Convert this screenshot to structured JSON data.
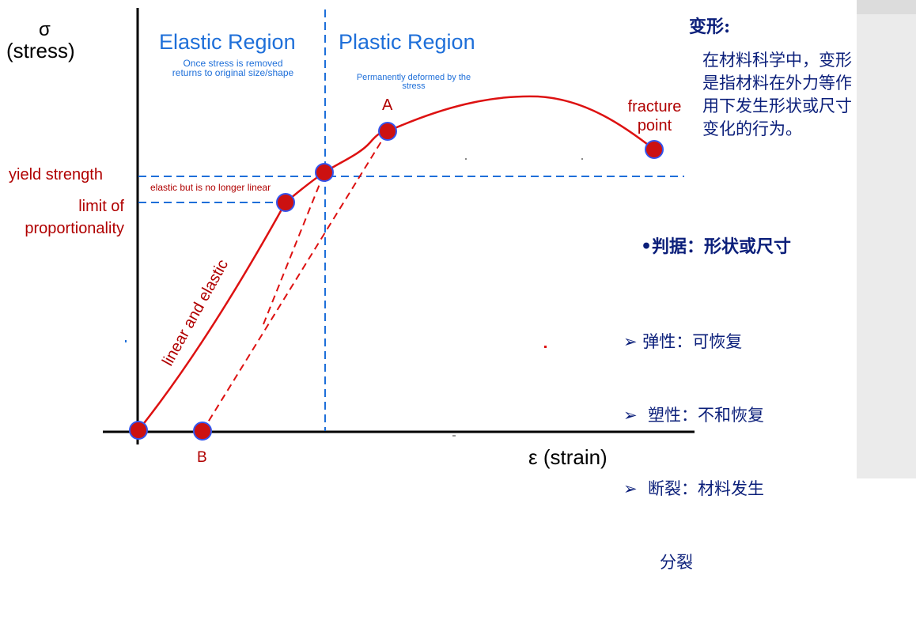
{
  "diagram": {
    "y_axis_symbol": "σ",
    "y_axis_label": "(stress)",
    "x_axis_label": "ε (strain)",
    "elastic_region": {
      "title": "Elastic Region",
      "note_line1": "Once stress is removed",
      "note_line2": "returns to original size/shape"
    },
    "plastic_region": {
      "title": "Plastic Region",
      "note_line1": "Permanently deformed by the",
      "note_line2": "stress"
    },
    "point_a": "A",
    "point_b": "B",
    "fracture_line1": "fracture",
    "fracture_line2": "point",
    "yield_strength": "yield strength",
    "limit_line1": "limit of",
    "limit_line2": "proportionality",
    "elastic_nonlinear": "elastic but is no longer linear",
    "linear_elastic": "linear and elastic",
    "colors": {
      "curve": "#dd1111",
      "guide": "#1e6fd9",
      "point_fill": "#cc1111",
      "point_edge": "#3355ee",
      "label_red": "#b00000"
    }
  },
  "notes": {
    "deformation_title": "变形:",
    "deformation_lines": [
      "在材料科学中，变形",
      "是指材料在外力等作",
      "用下发生形状或尺寸",
      "变化的行为。"
    ],
    "criterion": "•判据：形状或尺寸",
    "bullets": [
      "弹性：可恢复",
      " 塑性：不和恢复",
      " 断裂：材料发生"
    ],
    "bullet_continuation": "分裂"
  }
}
